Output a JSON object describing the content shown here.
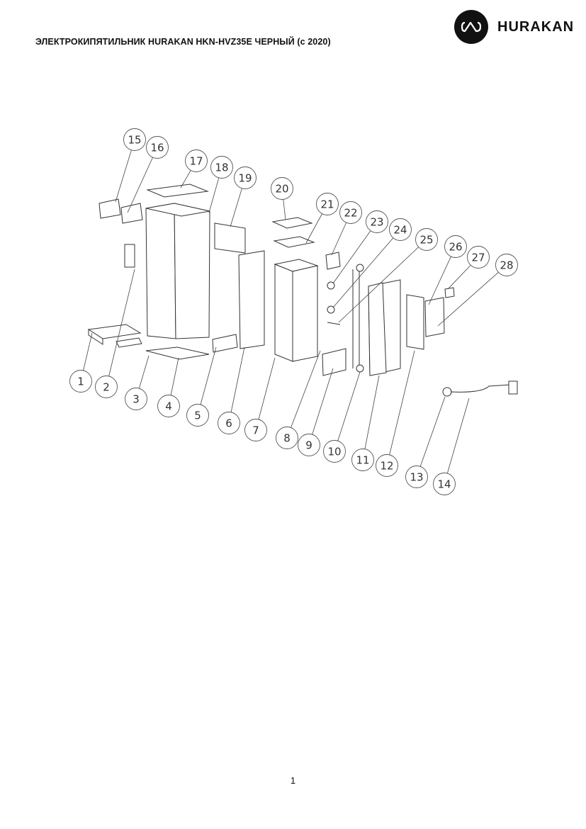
{
  "header": {
    "title": "ЭЛЕКТРОКИПЯТИЛЬНИК HURAKAN HKN-HVZ35E ЧЕРНЫЙ (с 2020)",
    "brand": "HURAKAN",
    "logo_icon": "hurakan-logo-icon"
  },
  "diagram": {
    "callouts": [
      "1",
      "2",
      "3",
      "4",
      "5",
      "6",
      "7",
      "8",
      "9",
      "10",
      "11",
      "12",
      "13",
      "14",
      "15",
      "16",
      "17",
      "18",
      "19",
      "20",
      "21",
      "22",
      "23",
      "24",
      "25",
      "26",
      "27",
      "28"
    ]
  },
  "footer": {
    "page_number": "1"
  },
  "colors": {
    "ink": "#111111",
    "line": "#333333",
    "background": "#ffffff"
  }
}
